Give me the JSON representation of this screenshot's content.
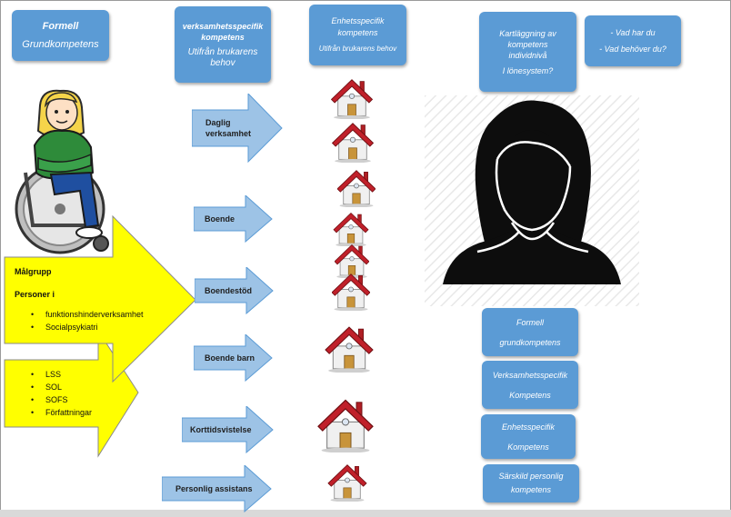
{
  "top_boxes": {
    "formell": {
      "line1": "Formell",
      "line2": "Grundkompetens"
    },
    "verksamhet": {
      "line1": "verksamhetsspecifik",
      "line2": "kompetens",
      "line3": "Utifrån brukarens",
      "line4": "behov"
    },
    "enhet": {
      "line1": "Enhetsspecifik",
      "line2": "kompetens",
      "line3": "Utifrån brukarens behov"
    },
    "kartlaggning": {
      "line1": "Kartläggning av",
      "line2": "kompetens",
      "line3": "individnivå",
      "line4": "I lönesystem?"
    },
    "fragor": {
      "line1": "- Vad har du",
      "line2": "- Vad behöver du?"
    }
  },
  "arrows": [
    {
      "label1": "Daglig",
      "label2": "verksamhet"
    },
    {
      "label1": "Boende",
      "label2": ""
    },
    {
      "label1": "Boendestöd",
      "label2": ""
    },
    {
      "label1": "Boende barn",
      "label2": ""
    },
    {
      "label1": "Korttidsvistelse",
      "label2": ""
    },
    {
      "label1": "Personlig assistans",
      "label2": ""
    }
  ],
  "malgrupp": {
    "title": "Målgrupp",
    "subtitle": "Personer i",
    "items": [
      "funktionshinderverksamhet",
      "Socialpsykiatri"
    ]
  },
  "laws": [
    "LSS",
    "SOL",
    "SOFS",
    "Författningar"
  ],
  "bottom_boxes": [
    {
      "line1": "Formell",
      "line2": "grundkompetens"
    },
    {
      "line1": "Verksamhetsspecifik",
      "line2": "Kompetens"
    },
    {
      "line1": "Enhetsspecifik",
      "line2": "Kompetens"
    },
    {
      "line1": "Särskild personlig",
      "line2": "kompetens"
    }
  ],
  "colors": {
    "box_blue": "#5b9bd5",
    "arrow_blue": "#9dc3e6",
    "yellow": "#ffff00",
    "roof_red": "#c0202a"
  }
}
